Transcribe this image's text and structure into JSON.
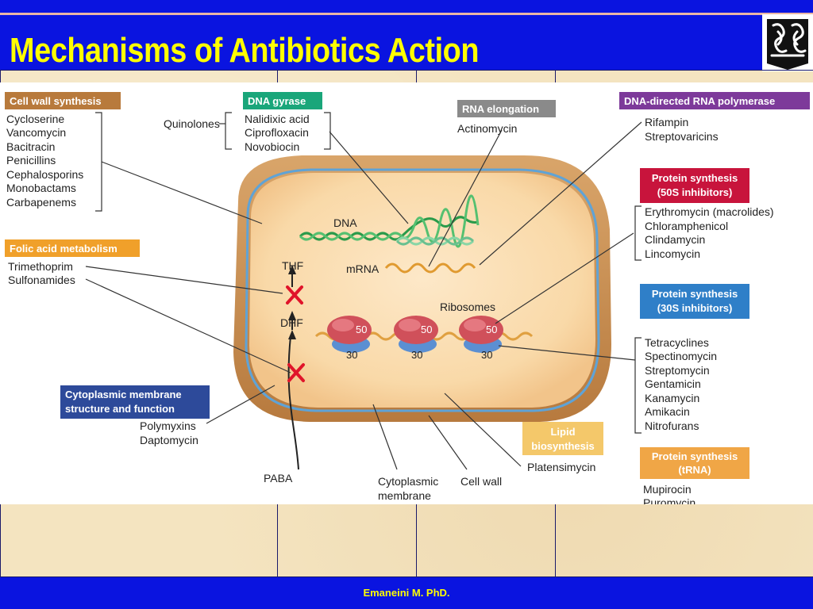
{
  "slide": {
    "title": "Mechanisms of Antibiotics Action",
    "footer": "Emaneini M. PhD."
  },
  "colors": {
    "header_blue": "#0a14e0",
    "title_yellow": "#ffff00",
    "cell_wall_brown": "#b87a3c",
    "dna_gyrase_green": "#1aa67a",
    "rna_elongation_gray": "#8a8a8a",
    "rna_polymerase_purple": "#7d3a9a",
    "protein_50s_red": "#c8143c",
    "protein_30s_blue": "#2f7fc8",
    "folic_orange": "#f0a02a",
    "membrane_blue": "#2d4a9a",
    "lipid_yellow": "#f4c86a",
    "trna_orange": "#f0a646"
  },
  "diagram": {
    "boxes": {
      "cell_wall": "Cell wall synthesis",
      "dna_gyrase": "DNA gyrase",
      "rna_elongation": "RNA elongation",
      "rna_polymerase": "DNA-directed RNA polymerase",
      "protein_50s_line1": "Protein synthesis",
      "protein_50s_line2": "(50S inhibitors)",
      "folic_acid": "Folic acid metabolism",
      "protein_30s_line1": "Protein synthesis",
      "protein_30s_line2": "(30S inhibitors)",
      "membrane_line1": "Cytoplasmic membrane",
      "membrane_line2": "structure and function",
      "lipid_line1": "Lipid",
      "lipid_line2": "biosynthesis",
      "trna_line1": "Protein synthesis",
      "trna_line2": "(tRNA)"
    },
    "drugs": {
      "cell_wall": [
        "Cycloserine",
        "Vancomycin",
        "Bacitracin",
        "Penicillins",
        "Cephalosporins",
        "Monobactams",
        "Carbapenems"
      ],
      "quinolones": "Quinolones",
      "dna_gyrase": [
        "Nalidixic acid",
        "Ciprofloxacin",
        "Novobiocin"
      ],
      "rna_elongation": [
        "Actinomycin"
      ],
      "rna_polymerase": [
        "Rifampin",
        "Streptovaricins"
      ],
      "protein_50s": [
        "Erythromycin (macrolides)",
        "Chloramphenicol",
        "Clindamycin",
        "Lincomycin"
      ],
      "folic_acid": [
        "Trimethoprim",
        "Sulfonamides"
      ],
      "protein_30s": [
        "Tetracyclines",
        "Spectinomycin",
        "Streptomycin",
        "Gentamicin",
        "Kanamycin",
        "Amikacin",
        "Nitrofurans"
      ],
      "membrane": [
        "Polymyxins",
        "Daptomycin"
      ],
      "lipid": [
        "Platensimycin"
      ],
      "trna": [
        "Mupirocin",
        "Puromycin"
      ]
    },
    "labels": {
      "dna": "DNA",
      "mrna": "mRNA",
      "thf": "THF",
      "dhf": "DHF",
      "paba": "PABA",
      "ribosomes": "Ribosomes",
      "large_subunit": "50",
      "small_subunit": "30",
      "cytoplasmic_membrane_line1": "Cytoplasmic",
      "cytoplasmic_membrane_line2": "membrane",
      "cell_wall": "Cell wall"
    }
  }
}
